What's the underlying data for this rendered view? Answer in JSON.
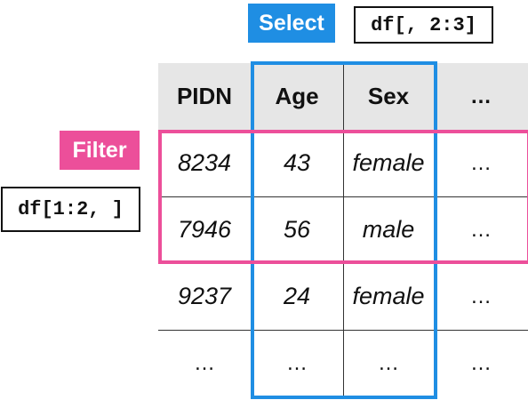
{
  "labels": {
    "select": "Select",
    "filter": "Filter",
    "select_code": "df[, 2:3]",
    "filter_code": "df[1:2, ]"
  },
  "table": {
    "columns": [
      "PIDN",
      "Age",
      "Sex",
      "…"
    ],
    "rows": [
      [
        "8234",
        "43",
        "female",
        "…"
      ],
      [
        "7946",
        "56",
        "male",
        "…"
      ],
      [
        "9237",
        "24",
        "female",
        "…"
      ],
      [
        "…",
        "…",
        "…",
        "…"
      ]
    ]
  },
  "colors": {
    "select": "#1f8ee3",
    "filter": "#ec4f9a",
    "header_bg": "#e6e6e6"
  }
}
